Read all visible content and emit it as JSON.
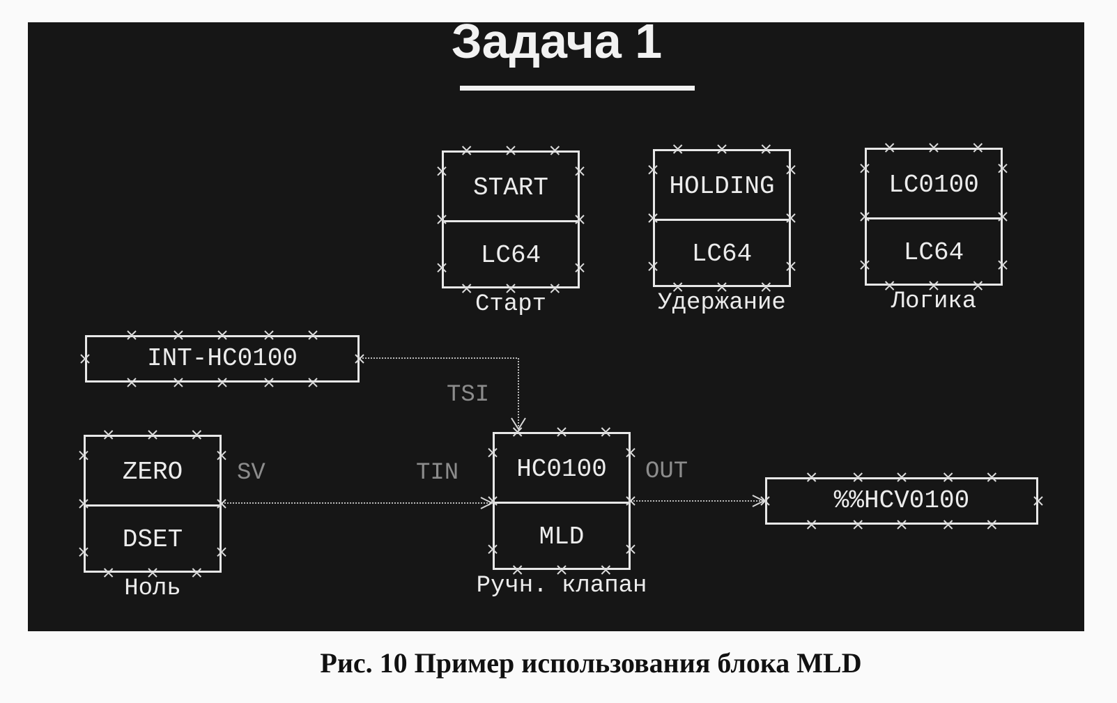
{
  "title": "Задача 1",
  "figure_caption": "Рис. 10 Пример использования блока MLD",
  "blocks": {
    "start": {
      "top": "START",
      "bottom": "LC64",
      "caption": "Старт"
    },
    "holding": {
      "top": "HOLDING",
      "bottom": "LC64",
      "caption": "Удержание"
    },
    "logic": {
      "top": "LC0100",
      "bottom": "LC64",
      "caption": "Логика"
    },
    "zero": {
      "top": "ZERO",
      "bottom": "DSET",
      "caption": "Ноль"
    },
    "valve": {
      "top": "HC0100",
      "bottom": "MLD",
      "caption": "Ручн. клапан"
    }
  },
  "terminals": {
    "int_hc": "INT-HC0100",
    "hcv": "%%HCV0100"
  },
  "pins": {
    "tsi": "TSI",
    "sv": "SV",
    "tin": "TIN",
    "out": "OUT"
  },
  "colors": {
    "background": "#161616",
    "line": "#e8e8e8",
    "pin_label": "#8c8c8c"
  }
}
